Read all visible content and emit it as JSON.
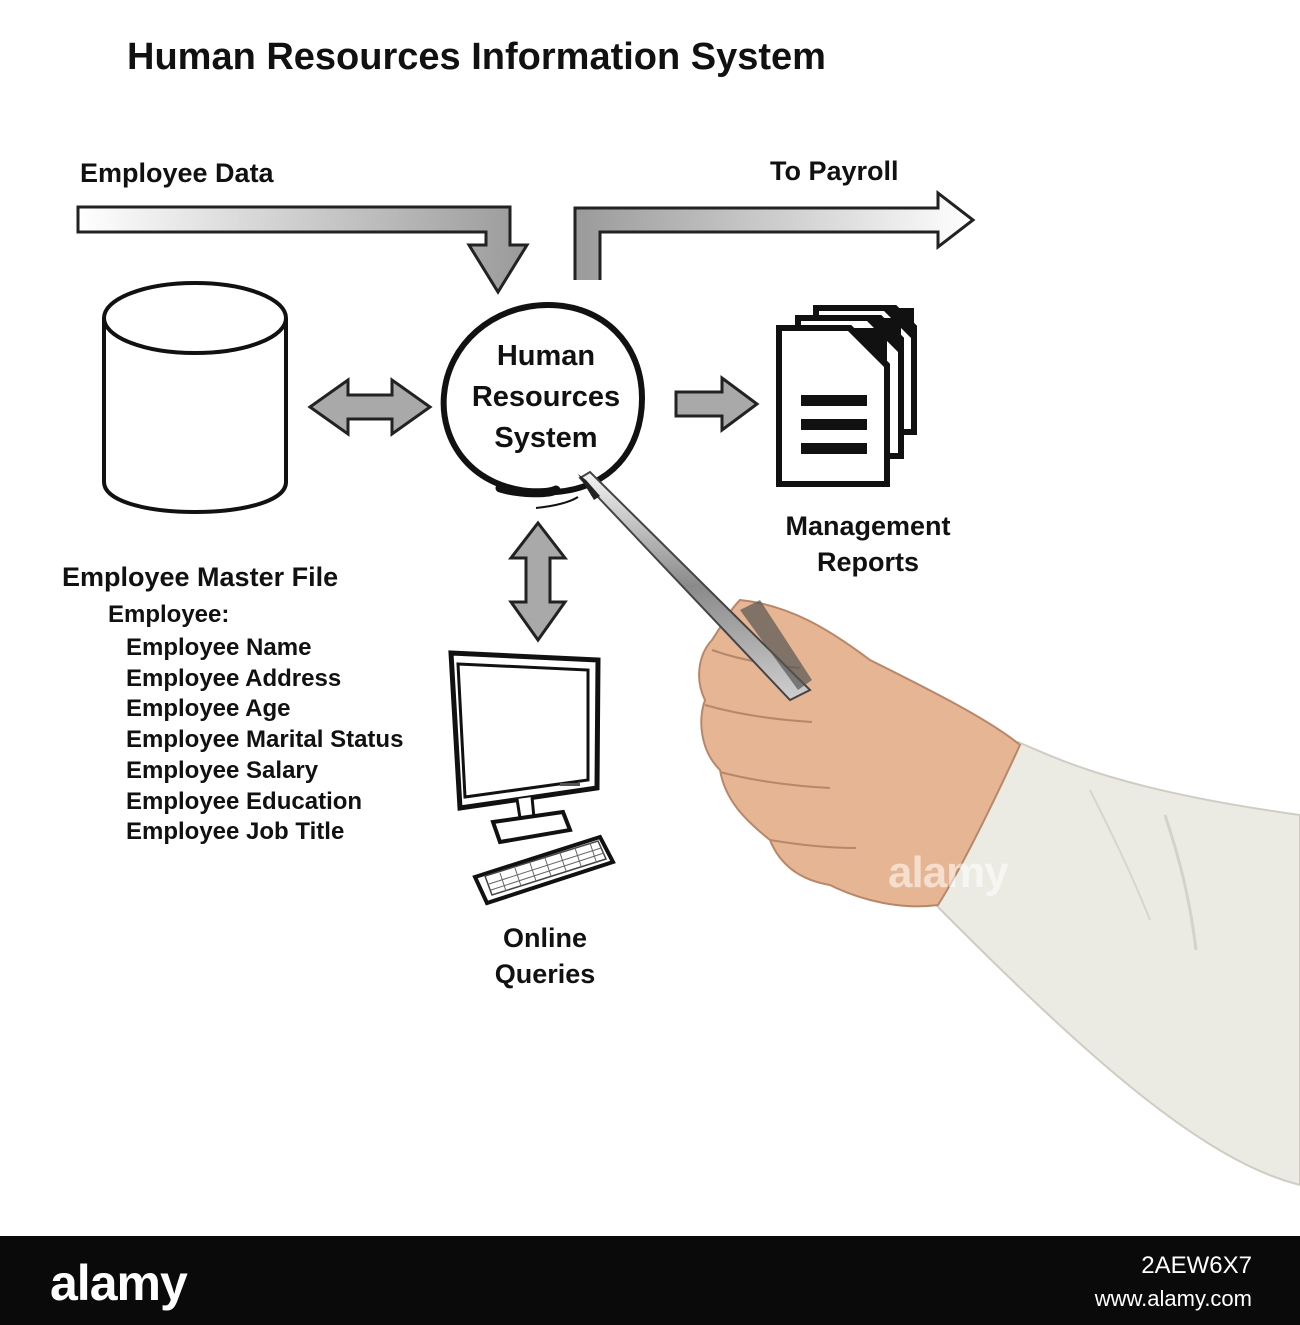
{
  "title": "Human Resources Information System",
  "labels": {
    "employee_data": "Employee Data",
    "to_payroll": "To Payroll",
    "hrs_lines": [
      "Human",
      "Resources",
      "System"
    ],
    "reports_lines": [
      "Management",
      "Reports"
    ],
    "queries_lines": [
      "Online",
      "Queries"
    ]
  },
  "master_file": {
    "title": "Employee Master File",
    "subtitle": "Employee:",
    "fields": [
      "Employee Name",
      "Employee Address",
      "Employee Age",
      "Employee Marital Status",
      "Employee Salary",
      "Employee Education",
      "Employee Job Title"
    ]
  },
  "watermark": "alamy",
  "footer": {
    "brand": "alamy",
    "image_code": "2AEW6X7",
    "url": "www.alamy.com"
  },
  "colors": {
    "arrow_fill": "#a9a9a9",
    "outline": "#111111",
    "skin": "#e8b898",
    "sleeve": "#ecebe3",
    "footer_bg": "#0a0a0a"
  }
}
